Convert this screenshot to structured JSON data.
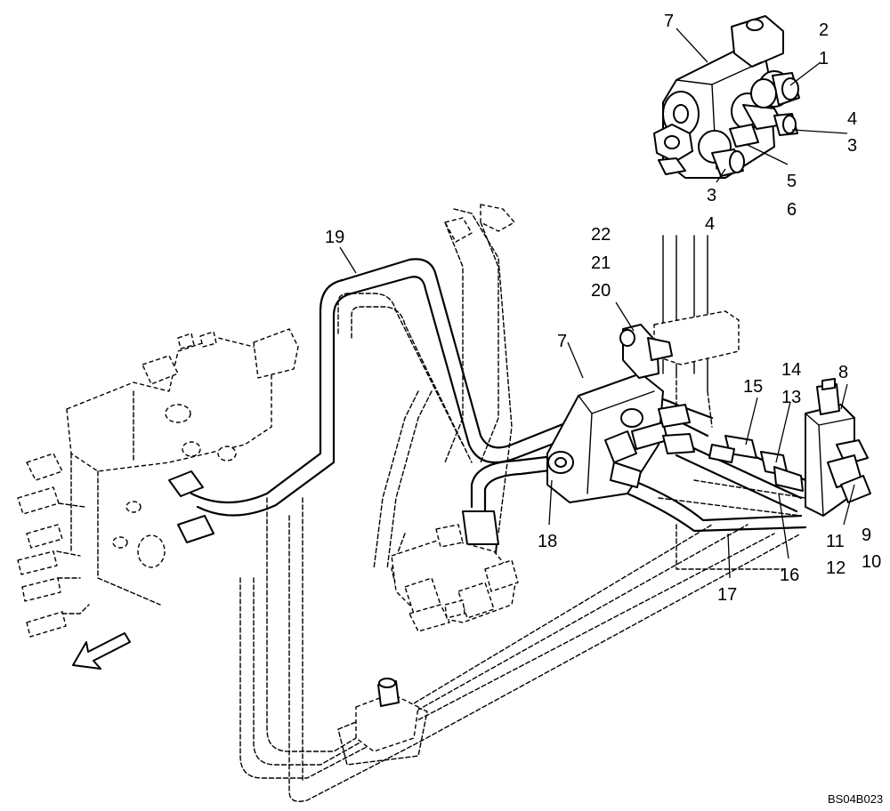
{
  "diagram": {
    "callouts": {
      "c1": "1",
      "c2": "2",
      "c3a": "3",
      "c3b": "3",
      "c4a": "4",
      "c4b": "4",
      "c5": "5",
      "c6": "6",
      "c7a": "7",
      "c7b": "7",
      "c8": "8",
      "c9": "9",
      "c10": "10",
      "c11": "11",
      "c12": "12",
      "c13": "13",
      "c14": "14",
      "c15": "15",
      "c16": "16",
      "c17": "17",
      "c18": "18",
      "c19": "19",
      "c20": "20",
      "c21": "21",
      "c22": "22"
    },
    "reference_code": "BS04B023",
    "arrow_icon": "front-direction-arrow-icon"
  }
}
